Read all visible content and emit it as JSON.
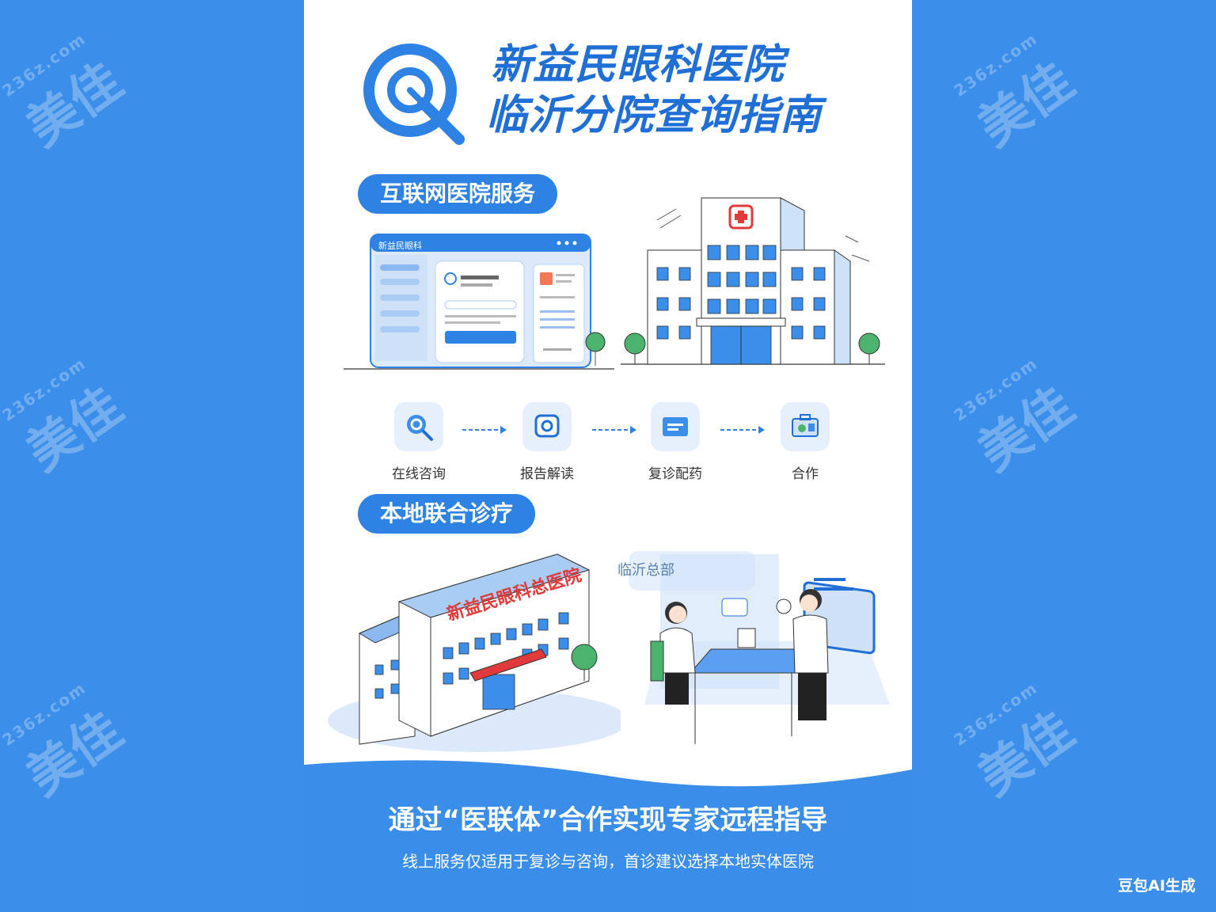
{
  "title_line1": "新益民眼科医院",
  "title_line2": "临沂分院查询指南",
  "section1": "互联网医院服务",
  "section2": "本地联合诊疗",
  "screen_brand": "新益民眼科",
  "hospital_sign": "新益民眼科总医院",
  "consult_bubble": "临沂总部",
  "steps": [
    {
      "label": "在线咨询",
      "icon": "search-icon"
    },
    {
      "label": "报告解读",
      "icon": "chat-icon"
    },
    {
      "label": "复诊配药",
      "icon": "card-icon"
    },
    {
      "label": "合作",
      "icon": "medical-kit-icon"
    }
  ],
  "footer_main": "通过“医联体”合作实现专家远程指导",
  "footer_sub": "线上服务仅适用于复诊与咨询，首诊建议选择本地实体医院",
  "badge": "豆包AI生成",
  "watermark": "美佳",
  "watermark_domain": "236z.com",
  "colors": {
    "primary": "#2d82e3",
    "background": "#3b8ee9",
    "red": "#e03a3a"
  }
}
